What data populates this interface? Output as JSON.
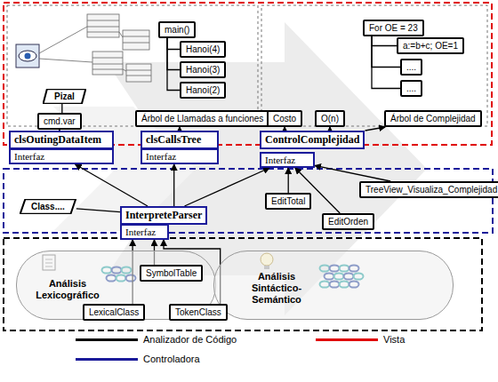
{
  "diagram": {
    "nodes": [
      {
        "text": [
          "Pizal"
        ]
      },
      {
        "text": [
          "cmd.var"
        ]
      },
      {
        "text": [
          "main()"
        ]
      },
      {
        "text": [
          "Hanoi(4)"
        ]
      },
      {
        "text": [
          "Hanoi(3)"
        ]
      },
      {
        "text": [
          "Hanoi(2)"
        ]
      },
      {
        "text": [
          "Árbol de Llamadas a funciones"
        ]
      },
      {
        "text": [
          "For OE = 23"
        ]
      },
      {
        "text": [
          "a:=b+c; OE=1"
        ]
      },
      {
        "text": [
          "...."
        ]
      },
      {
        "text": [
          "...."
        ]
      },
      {
        "text": [
          "Costo"
        ]
      },
      {
        "text": [
          "O(n)"
        ]
      },
      {
        "text": [
          "Árbol de Complejidad"
        ]
      },
      {
        "text": [
          "clsOutingDataItem"
        ]
      },
      {
        "text": [
          "Interfaz"
        ]
      },
      {
        "text": [
          "clsCallsTree"
        ]
      },
      {
        "text": [
          "Interfaz"
        ]
      },
      {
        "text": [
          "ControlComplejidad"
        ]
      },
      {
        "text": [
          "Interfaz"
        ]
      },
      {
        "text": [
          "Class...."
        ]
      },
      {
        "text": [
          "InterpreteParser"
        ]
      },
      {
        "text": [
          "Interfaz"
        ]
      },
      {
        "text": [
          "EditTotal"
        ]
      },
      {
        "text": [
          "EditOrden"
        ]
      },
      {
        "text": [
          "TreeView_Visualiza_Complejidad"
        ]
      },
      {
        "text": [
          "Análisis Lexicográfico"
        ]
      },
      {
        "text": [
          "Análisis Sintáctico-Semántico"
        ]
      },
      {
        "text": [
          "SymbolTable"
        ]
      },
      {
        "text": [
          "LexicalClass"
        ]
      },
      {
        "text": [
          "TokenClass"
        ]
      }
    ],
    "edges": [
      {
        "from": 14,
        "to": 1,
        "arrow": "to"
      },
      {
        "from": 1,
        "to": 0,
        "arrow": "none"
      },
      {
        "from": 2,
        "to": 3,
        "arrow": "none"
      },
      {
        "from": 2,
        "to": 4,
        "arrow": "none"
      },
      {
        "from": 2,
        "to": 5,
        "arrow": "none"
      },
      {
        "from": 16,
        "to": 6,
        "arrow": "to"
      },
      {
        "from": 7,
        "to": 8,
        "arrow": "none"
      },
      {
        "from": 7,
        "to": 9,
        "arrow": "none"
      },
      {
        "from": 7,
        "to": 10,
        "arrow": "none"
      },
      {
        "from": 18,
        "to": 11,
        "arrow": "to"
      },
      {
        "from": 18,
        "to": 12,
        "arrow": "to"
      },
      {
        "from": 18,
        "to": 13,
        "arrow": "to"
      },
      {
        "from": 21,
        "to": 15,
        "arrow": "to"
      },
      {
        "from": 21,
        "to": 17,
        "arrow": "to"
      },
      {
        "from": 21,
        "to": 19,
        "arrow": "to"
      },
      {
        "from": 20,
        "to": 21,
        "arrow": "none"
      },
      {
        "from": 23,
        "to": 19,
        "arrow": "to"
      },
      {
        "from": 24,
        "to": 19,
        "arrow": "to"
      },
      {
        "from": 25,
        "to": 19,
        "arrow": "to"
      },
      {
        "from": 28,
        "to": 22,
        "arrow": "to"
      },
      {
        "from": 29,
        "to": 22,
        "arrow": "to"
      },
      {
        "from": 30,
        "to": 22,
        "arrow": "to"
      }
    ],
    "legend": [
      {
        "text": "Analizador de Código",
        "color": "#000000"
      },
      {
        "text": "Vista",
        "color": "#e00000"
      },
      {
        "text": "Controladora",
        "color": "#1a1a9a"
      }
    ]
  }
}
